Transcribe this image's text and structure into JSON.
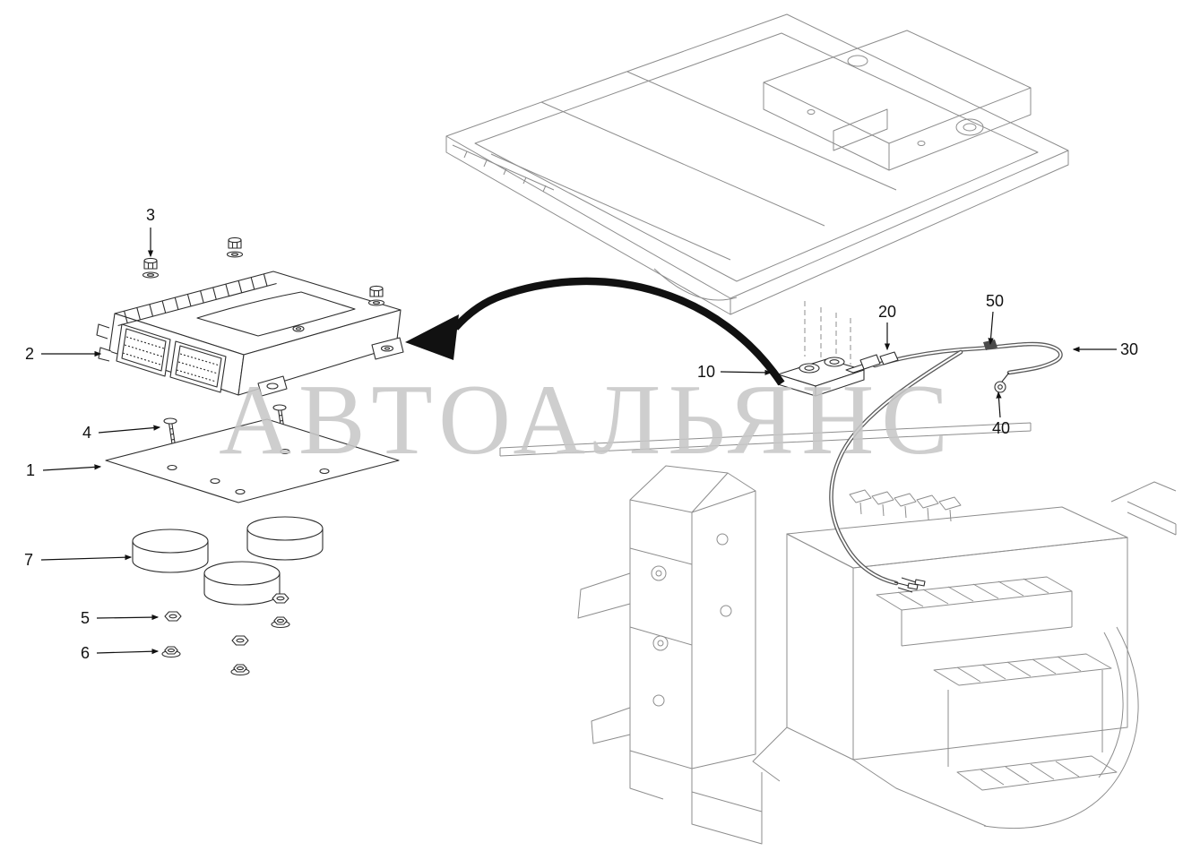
{
  "diagram": {
    "watermark": "АВТОАЛЬЯНС",
    "callouts": {
      "c1": "1",
      "c2": "2",
      "c3": "3",
      "c4": "4",
      "c5": "5",
      "c6": "6",
      "c7": "7",
      "c10": "10",
      "c20": "20",
      "c30": "30",
      "c40": "40",
      "c50": "50"
    },
    "colors": {
      "background": "#ffffff",
      "drawing_line": "#8d8d8d",
      "detail_line": "#2e2e2e",
      "callout": "#111111",
      "watermark": "#c8c8c8",
      "arrow": "#111111"
    }
  }
}
